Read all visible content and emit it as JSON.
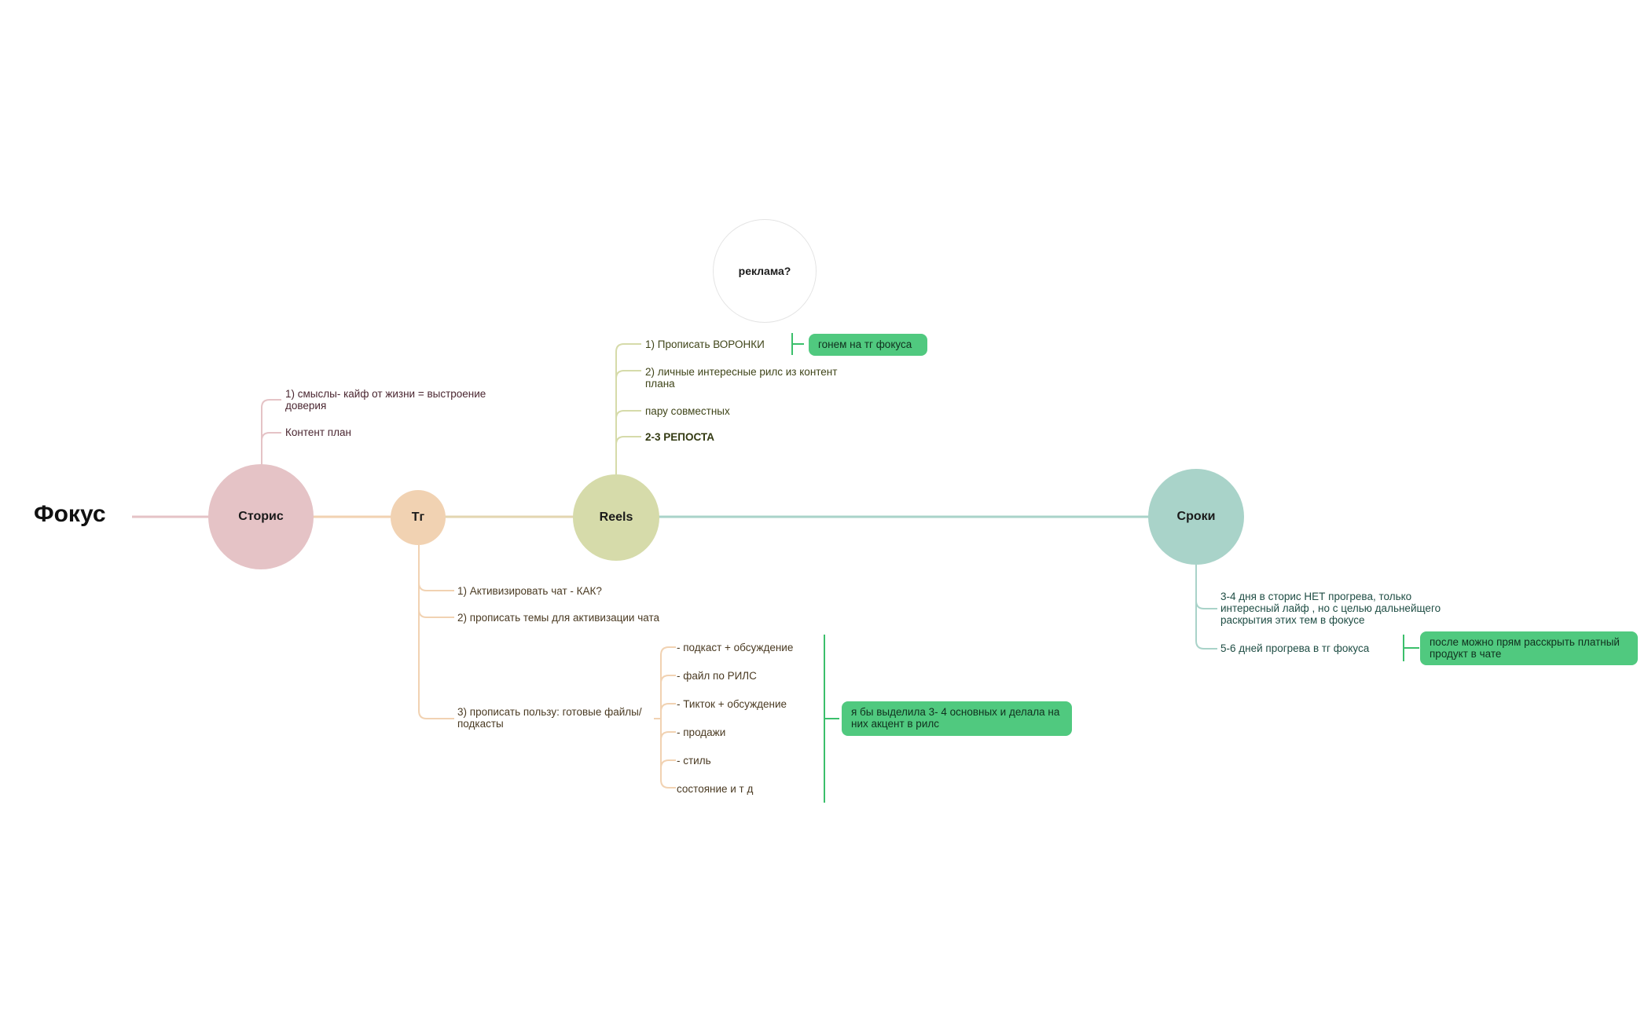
{
  "root": {
    "label": "Фокус"
  },
  "colors": {
    "stories": "#e5c3c6",
    "tg": "#f1d2b2",
    "reels": "#d6dbaa",
    "sroki": "#a9d3c9",
    "ad": "#ffffff",
    "note": "#50c97f",
    "note_bracket": "#3bbf6b"
  },
  "nodes": {
    "stories": "Сторис",
    "tg": "Тг",
    "reels": "Reels",
    "sroki": "Сроки",
    "ad": "реклама?"
  },
  "stories_items": [
    "1) смыслы- кайф от жизни = выстроение доверия",
    "Контент план"
  ],
  "reels_items": [
    "1) Прописать ВОРОНКИ",
    "2) личные интересные рилс из контент плана",
    "пару совместных",
    "2-3 РЕПОСТА"
  ],
  "tg_items": [
    "1) Активизировать чат - КАК?",
    "2) прописать темы для активизации чата",
    "3) прописать пользу: готовые файлы/подкасты"
  ],
  "tg_sub_items": [
    "- подкаст + обсуждение",
    "- файл по РИЛС",
    "- Тикток + обсуждение",
    "- продажи",
    "- стиль",
    "состояние и т д"
  ],
  "sroki_items": [
    "3-4 дня в сторис НЕТ прогрева, только интересный лайф , но с целью дальнейщего раскрытия этих тем в фокусе",
    "5-6 дней прогрева в тг фокуса"
  ],
  "notes": {
    "funnel": "гонем на тг фокуса",
    "tg_sub": "я бы выделила 3- 4 основных и делала на них акцент в рилс",
    "sroki": "после можно прям расскрыть платный продукт в чате"
  }
}
